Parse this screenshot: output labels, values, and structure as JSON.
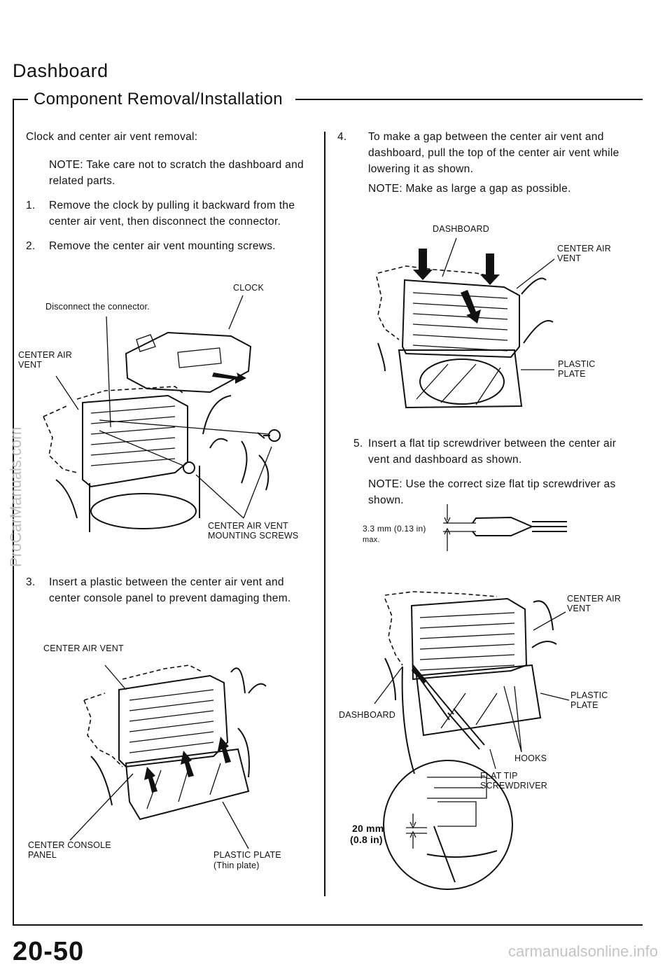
{
  "header": {
    "title": "Dashboard",
    "subtitle": "Component Removal/Installation"
  },
  "left_column": {
    "intro": "Clock and center air vent removal:",
    "note": "NOTE:  Take care not to scratch the dashboard and related parts.",
    "steps": [
      {
        "num": "1.",
        "text": "Remove the clock by pulling it backward from the center air vent, then disconnect the connector."
      },
      {
        "num": "2.",
        "text": "Remove the center air vent mounting screws."
      },
      {
        "num": "3.",
        "text": "Insert a plastic between the center air vent and center console panel to prevent damaging them."
      }
    ],
    "fig1_labels": {
      "clock": "CLOCK",
      "disconnect": "Disconnect the connector.",
      "center_air_vent": "CENTER AIR VENT",
      "mounting_screws": "CENTER AIR VENT MOUNTING  SCREWS"
    },
    "fig2_labels": {
      "center_air_vent": "CENTER AIR VENT",
      "center_console_panel": "CENTER  CONSOLE PANEL",
      "plastic_plate": "PLASTIC  PLATE",
      "thin_plate": "(Thin plate)"
    }
  },
  "right_column": {
    "steps": [
      {
        "num": "4.",
        "text": "To make a gap between the center air vent and dashboard, pull the top of the center air vent while lowering it as shown."
      },
      {
        "num": "5.",
        "text": "Insert a flat tip screwdriver between the center air vent and dashboard as shown."
      }
    ],
    "note4": "NOTE:  Make as large a gap as possible.",
    "note5": "NOTE:  Use the correct size flat tip screwdriver as shown.",
    "fig3_labels": {
      "dashboard": "DASHBOARD",
      "center_air_vent": "CENTER AIR VENT",
      "plastic_plate": "PLASTIC PLATE"
    },
    "screwdriver_dim": {
      "size": "3.3 mm (0.13 in)",
      "max": "max."
    },
    "fig4_labels": {
      "center_air_vent": "CENTER AIR VENT",
      "plastic_plate": "PLASTIC PLATE",
      "dashboard": "DASHBOARD",
      "hooks": "HOOKS",
      "flat_tip_screwdriver": "FLAT TIP SCREWDRIVER",
      "depth_mm": "20 mm",
      "depth_in": "(0.8 in)"
    }
  },
  "footer": {
    "page_number": "20-50",
    "watermark_side": "ProCarManuals.com",
    "watermark_bottom": "carmanualsonline.info"
  }
}
